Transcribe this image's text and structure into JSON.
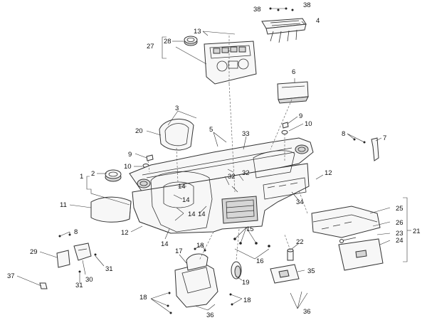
{
  "diagram": {
    "title": "Dashboard exploded parts diagram",
    "callouts": {
      "c1": "1",
      "c2": "2",
      "c3": "3",
      "c4": "4",
      "c5": "5",
      "c6": "6",
      "c7": "7",
      "c8a": "8",
      "c8b": "8",
      "c9a": "9",
      "c9b": "9",
      "c10a": "10",
      "c10b": "10",
      "c11": "11",
      "c12a": "12",
      "c12b": "12",
      "c13": "13",
      "c14a": "14",
      "c14b": "14",
      "c14c": "14",
      "c14d": "14",
      "c14e": "14",
      "c15": "15",
      "c16": "16",
      "c17": "17",
      "c18a": "18",
      "c18b": "18",
      "c18c": "18",
      "c19": "19",
      "c20": "20",
      "c21": "21",
      "c22": "22",
      "c23": "23",
      "c24": "24",
      "c25": "25",
      "c26": "26",
      "c27": "27",
      "c28": "28",
      "c29": "29",
      "c30": "30",
      "c31a": "31",
      "c31b": "31",
      "c32a": "32",
      "c32b": "32",
      "c33": "33",
      "c34": "34",
      "c35": "35",
      "c36a": "36",
      "c36b": "36",
      "c37": "37",
      "c38a": "38",
      "c38b": "38"
    }
  }
}
